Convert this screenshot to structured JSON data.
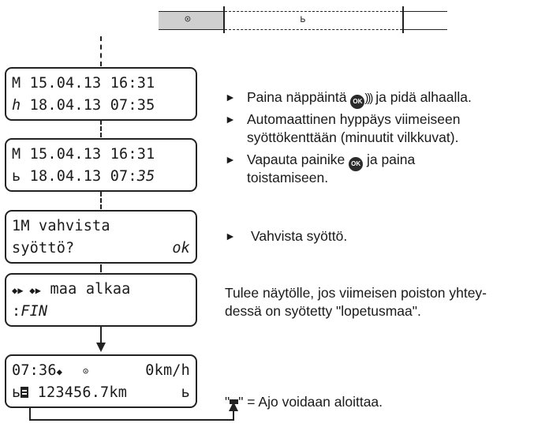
{
  "timeline": {
    "segment1_symbol": "⊙",
    "segment2_symbol": "ь"
  },
  "displays": [
    {
      "line1": "M 15.04.13 16:31",
      "line2_sym": "ℎ",
      "line2": " 18.04.13 07:35"
    },
    {
      "line1": "M 15.04.13 16:31",
      "line2_sym": "ь",
      "line2_main": " 18.04.13 07:",
      "line2_italic": "35"
    },
    {
      "line1": "1M vahvista",
      "line2": "syöttö?",
      "line2_right": "ok"
    },
    {
      "line1_sym": "◆▶ ◆▶",
      "line1": " maa alkaa",
      "line2_prefix": ":",
      "line2_italic": "FIN"
    },
    {
      "line1_time": "07:36",
      "line1_sym": "◆",
      "line1_mode": "⊙",
      "line1_speed": "0km/h",
      "line2_sym": "ь",
      "line2": " 123456.7km",
      "line2_right": "ь"
    }
  ],
  "instructions": {
    "step1": [
      "Paina näppäintä",
      "ja pidä alhaalla."
    ],
    "step1_icon": "OK",
    "step2_line1": "Automaattinen hyppäys viimeiseen",
    "step2_line2": "syöttökenttään (minuutit vilkkuvat).",
    "step3_line1a": "Vapauta painike",
    "step3_line1b": "ja paina",
    "step3_line2": "toistamiseen.",
    "step4": "Vahvista syöttö.",
    "note_line1": "Tulee näytölle, jos viimeisen poiston yhtey-",
    "note_line2": "dessä on syötetty \"lopetusmaa\".",
    "final_open_quote": "\"",
    "final_close_quote": "\"",
    "final_text": " = Ajo voidaan aloittaa."
  },
  "bullet_char": "►",
  "colors": {
    "timeline_grey": "#cfcfcf",
    "icon_bg": "#2b2b2b"
  }
}
